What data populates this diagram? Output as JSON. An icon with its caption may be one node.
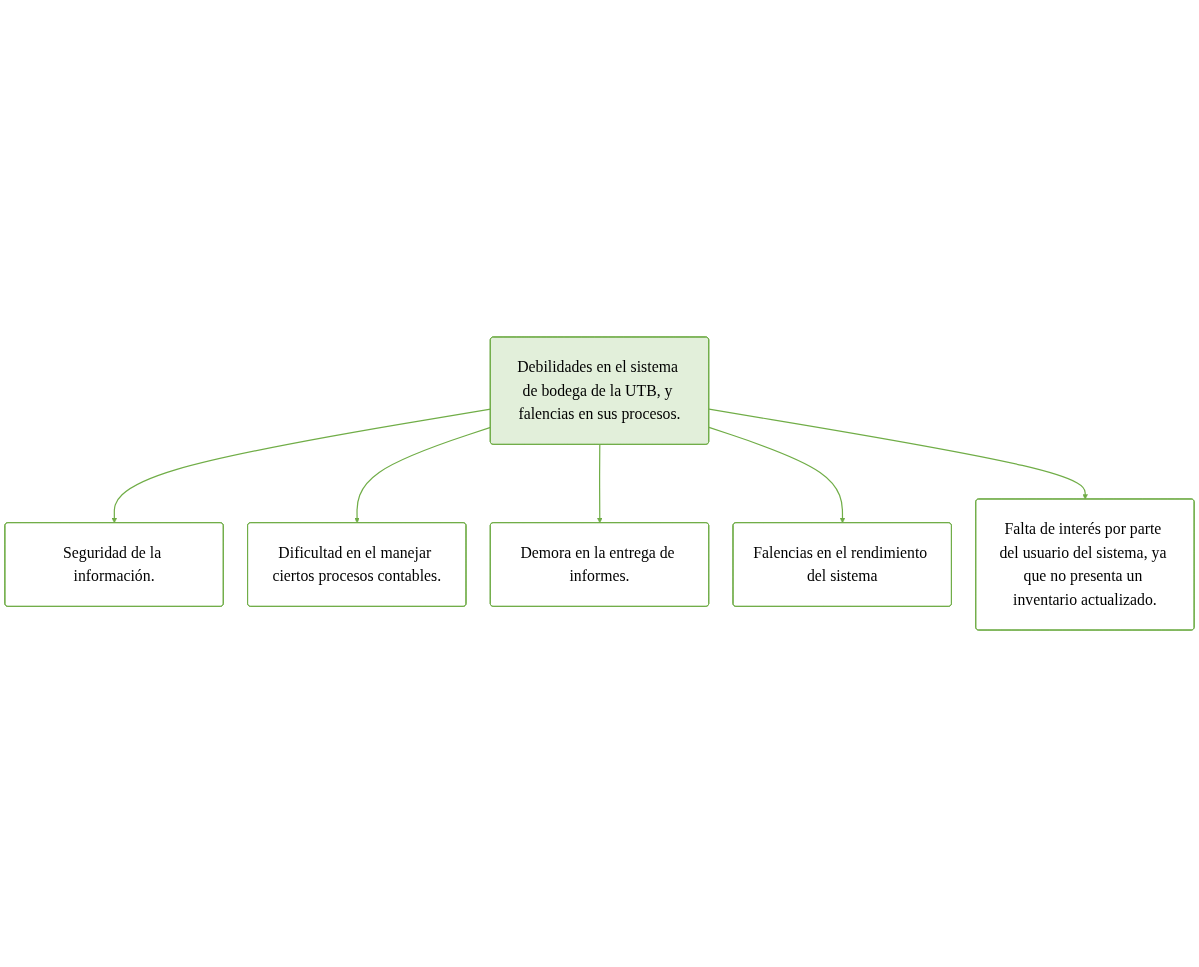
{
  "diagram": {
    "nodes": [
      {
        "text": [
          "Seguridad de la información."
        ]
      },
      {
        "text": [
          "Dificultad en el manejar ciertos procesos contables."
        ]
      },
      {
        "text": [
          "Demora en la entrega de informes."
        ]
      },
      {
        "text": [
          "Debilidades en el sistema de bodega de la UTB, y falencias en sus procesos."
        ]
      },
      {
        "text": [
          "Falencias en el rendimiento del sistema"
        ]
      },
      {
        "text": [
          "Falta de interés por parte del usuario del sistema, ya que no presenta un inventario actualizado."
        ]
      }
    ],
    "edges": [
      {
        "from": 3,
        "to": 0,
        "arrow": "to"
      },
      {
        "from": 3,
        "to": 1,
        "arrow": "to"
      },
      {
        "from": 3,
        "to": 2,
        "arrow": "to"
      },
      {
        "from": 3,
        "to": 4,
        "arrow": "to"
      },
      {
        "from": 3,
        "to": 5,
        "arrow": "to"
      }
    ]
  }
}
